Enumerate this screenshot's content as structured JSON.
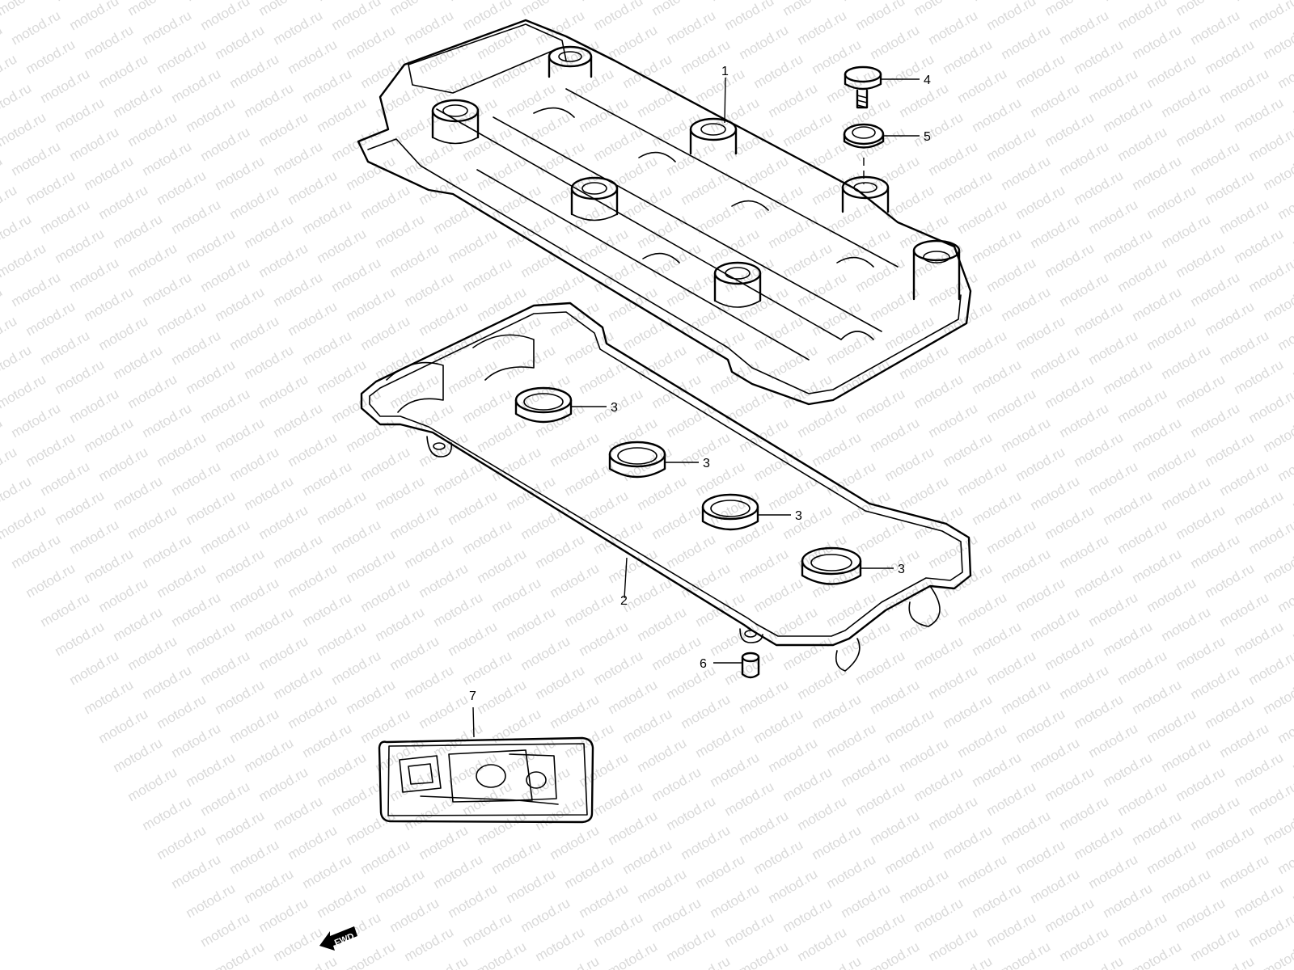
{
  "watermark": "motod.ru",
  "callouts": {
    "cover": "1",
    "gasket": "2",
    "plug_gasket_a": "3",
    "plug_gasket_b": "3",
    "plug_gasket_c": "3",
    "plug_gasket_d": "3",
    "bolt": "4",
    "washer": "5",
    "dowel": "6",
    "gasket_set": "7"
  },
  "direction_label": "FWD",
  "colors": {
    "line": "#000000",
    "watermark": "#d9d9d9",
    "background": "#ffffff"
  }
}
